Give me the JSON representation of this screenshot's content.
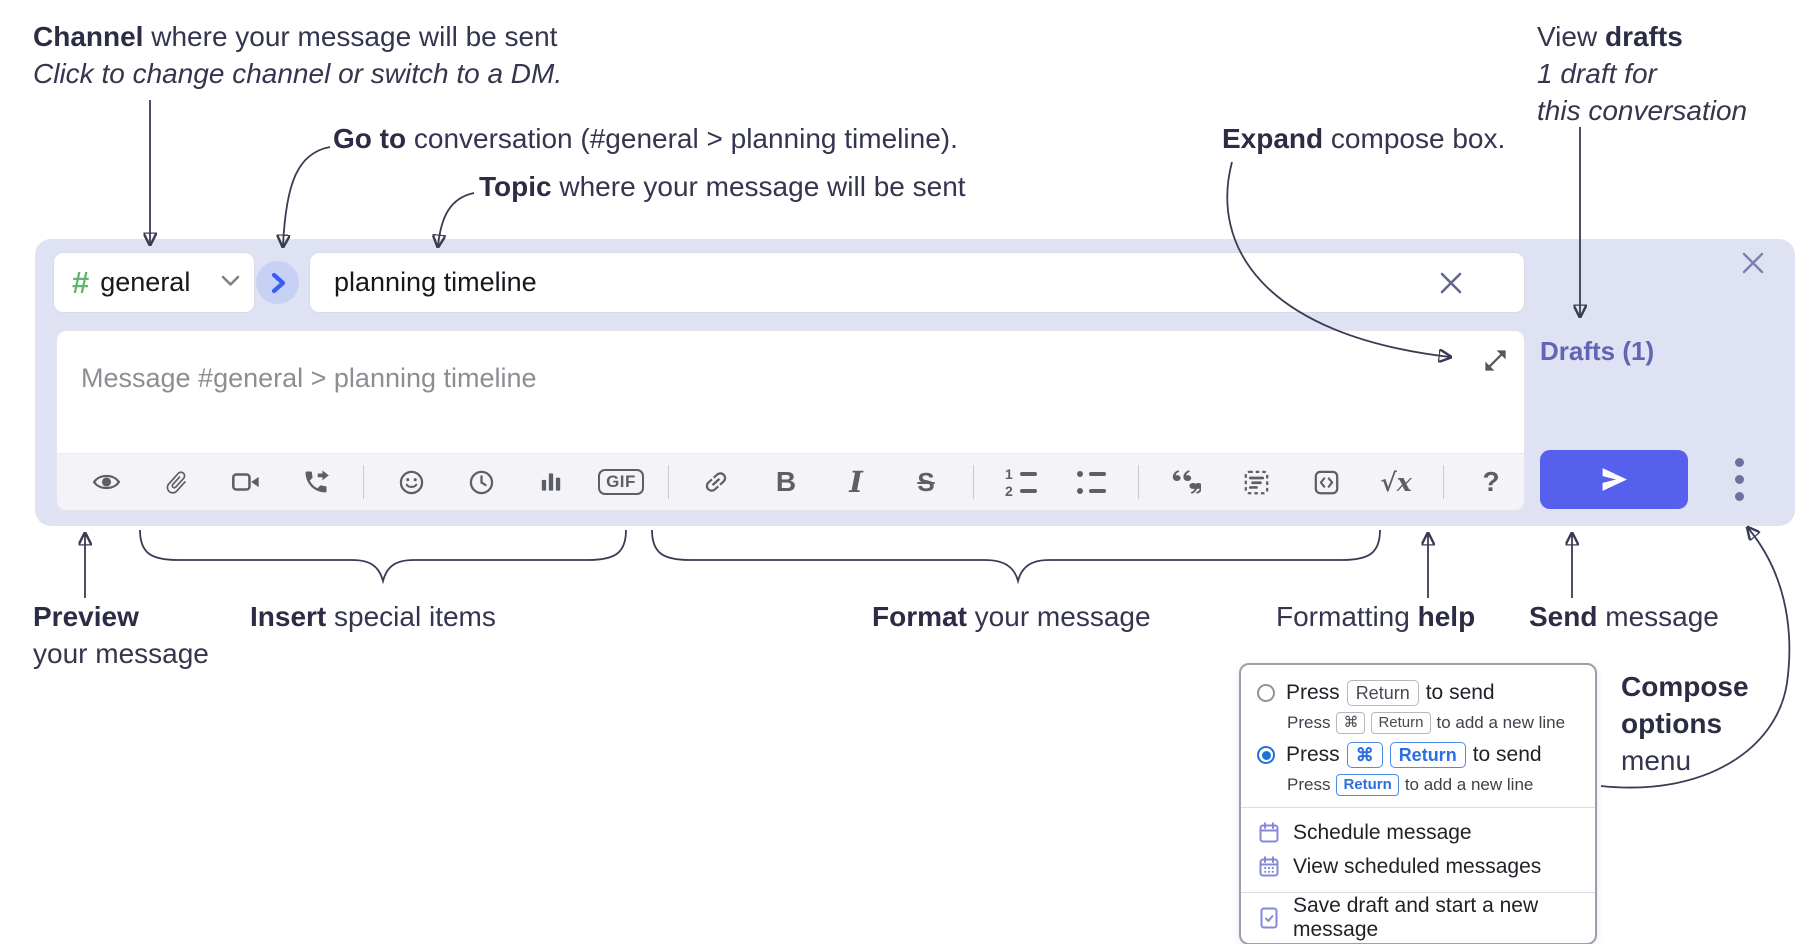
{
  "annotations": {
    "channel_bold": "Channel",
    "channel_rest": " where your message will be sent",
    "channel_sub": "Click to change channel or switch to a DM.",
    "goto_bold": "Go to",
    "goto_rest": " conversation (#general > planning timeline).",
    "topic_bold": "Topic",
    "topic_rest": " where your message will be sent",
    "drafts_pre": "View ",
    "drafts_bold": "drafts",
    "drafts_line2": "1 draft for",
    "drafts_line3": "this conversation",
    "expand_bold": "Expand",
    "expand_rest": " compose box.",
    "preview_bold": "Preview",
    "preview_line2": "your message",
    "insert_bold": "Insert",
    "insert_rest": " special items",
    "format_bold": "Format",
    "format_rest": " your message",
    "help_pre": "Formatting ",
    "help_bold": "help",
    "send_bold": "Send",
    "send_rest": " message",
    "compose_line1": "Compose",
    "compose_line2": "options",
    "compose_line3": "menu"
  },
  "composer": {
    "channel_hash": "#",
    "channel_name": "general",
    "topic_value": "planning timeline",
    "message_placeholder": "Message #general > planning timeline",
    "drafts_label": "Drafts (1)"
  },
  "toolbar": {
    "gif_label": "GIF",
    "bold_label": "B",
    "italic_label": "I",
    "strike_label": "S",
    "ol_1": "1",
    "ol_2": "2",
    "sqrt_label": "√x",
    "help_label": "?"
  },
  "menu": {
    "opt1_press": "Press",
    "opt1_key": "Return",
    "opt1_suffix": "to send",
    "opt1_sub_press": "Press",
    "opt1_sub_key1": "⌘",
    "opt1_sub_key2": "Return",
    "opt1_sub_suffix": "to add a new line",
    "opt2_press": "Press",
    "opt2_key1": "⌘",
    "opt2_key2": "Return",
    "opt2_suffix": "to send",
    "opt2_sub_press": "Press",
    "opt2_sub_key": "Return",
    "opt2_sub_suffix": "to add a new line",
    "items": [
      "Schedule message",
      "View scheduled messages",
      "Save draft and start a new message"
    ]
  },
  "colors": {
    "panel_bg": "#dfe2f3",
    "send_button": "#5760ec",
    "drafts_link": "#6165b4",
    "hash_green": "#5cb86e",
    "goto_circle_bg": "#c7d0f5",
    "goto_chevron": "#3b5cf0",
    "radio_selected": "#1d72d8",
    "key_chip_blue": "#2c6fe0",
    "menu_icon_purple": "#8488d8",
    "annotation_ink": "#34354e",
    "toolbar_icon": "#5d5f66",
    "placeholder_gray": "#8d8d93"
  }
}
